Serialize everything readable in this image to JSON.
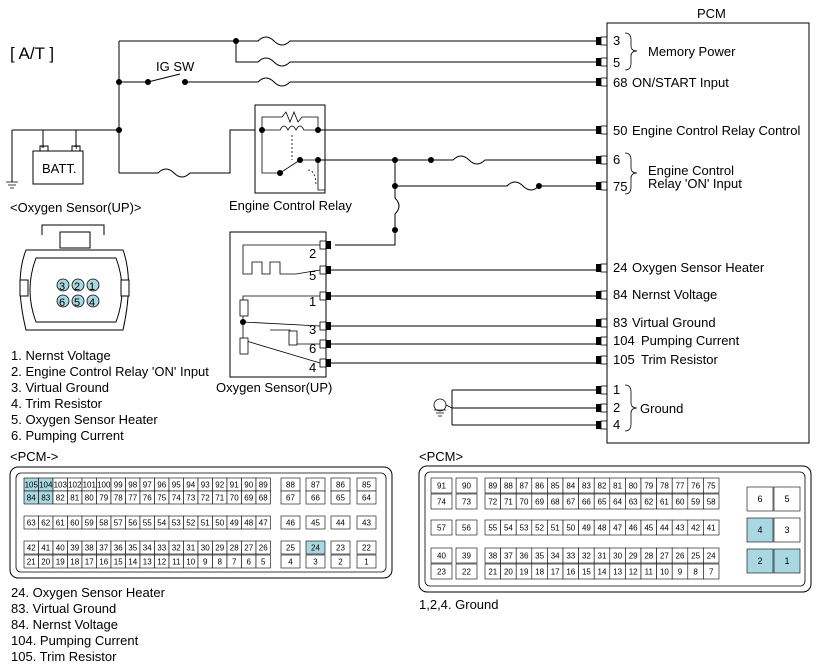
{
  "title": "[ A/T ]",
  "pcm": {
    "label": "PCM",
    "pins": [
      {
        "n": "3",
        "label": ""
      },
      {
        "n": "5",
        "label": ""
      },
      {
        "n": "68",
        "label": "ON/START Input"
      },
      {
        "n": "50",
        "label": "Engine Control Relay Control"
      },
      {
        "n": "6",
        "label": ""
      },
      {
        "n": "75",
        "label": ""
      },
      {
        "n": "24",
        "label": "Oxygen Sensor Heater"
      },
      {
        "n": "84",
        "label": "Nernst Voltage"
      },
      {
        "n": "83",
        "label": "Virtual Ground"
      },
      {
        "n": "104",
        "label": "Pumping Current"
      },
      {
        "n": "105",
        "label": "Trim Resistor"
      },
      {
        "n": "1",
        "label": ""
      },
      {
        "n": "2",
        "label": ""
      },
      {
        "n": "4",
        "label": ""
      }
    ],
    "group_memory_power": "Memory Power",
    "group_ecr_on_1": "Engine Control",
    "group_ecr_on_2": "Relay 'ON' Input",
    "group_ground": "Ground"
  },
  "ig_sw": "IG SW",
  "battery": "BATT.",
  "engine_control_relay": "Engine Control Relay",
  "oxygen_sensor": {
    "title": "<Oxygen Sensor(UP)>",
    "caption": "Oxygen Sensor(UP)",
    "box_pins": [
      "2",
      "5",
      "1",
      "3",
      "6",
      "4"
    ],
    "connector_pins": [
      "3",
      "2",
      "1",
      "6",
      "5",
      "4"
    ],
    "legend": [
      "1. Nernst Voltage",
      "2. Engine Control Relay 'ON' Input",
      "3. Virtual Ground",
      "4. Trim Resistor",
      "5. Oxygen Sensor Heater",
      "6. Pumping Current"
    ]
  },
  "pcm_conn_left": {
    "title": "<PCM->",
    "rows": [
      {
        "main": [
          "105",
          "104",
          "103",
          "102",
          "101",
          "100",
          "99",
          "98",
          "97",
          "96",
          "95",
          "94",
          "93",
          "92",
          "91",
          "90",
          "89"
        ],
        "side": [
          "88",
          "87",
          "86",
          "85"
        ]
      },
      {
        "main": [
          "84",
          "83",
          "82",
          "81",
          "80",
          "79",
          "78",
          "77",
          "76",
          "75",
          "74",
          "73",
          "72",
          "71",
          "70",
          "69",
          "68"
        ],
        "side": [
          "67",
          "66",
          "65",
          "64"
        ]
      },
      {
        "main": [
          "63",
          "62",
          "61",
          "60",
          "59",
          "58",
          "57",
          "56",
          "55",
          "54",
          "53",
          "52",
          "51",
          "50",
          "49",
          "48",
          "47"
        ],
        "side": [
          "46",
          "45",
          "44",
          "43"
        ]
      },
      {
        "main": [
          "42",
          "41",
          "40",
          "39",
          "38",
          "37",
          "36",
          "35",
          "34",
          "33",
          "32",
          "31",
          "30",
          "29",
          "28",
          "27",
          "26"
        ],
        "side": [
          "25",
          "24",
          "23",
          "22"
        ]
      },
      {
        "main": [
          "21",
          "20",
          "19",
          "18",
          "17",
          "16",
          "15",
          "14",
          "13",
          "12",
          "11",
          "10",
          "9",
          "8",
          "7",
          "6",
          "5"
        ],
        "side": [
          "4",
          "3",
          "2",
          "1"
        ]
      }
    ],
    "highlight": [
      "105",
      "104",
      "84",
      "83",
      "24"
    ],
    "legend": [
      "24. Oxygen Sensor Heater",
      "83. Virtual Ground",
      "84. Nernst Voltage",
      "104. Pumping Current",
      "105. Trim Resistor"
    ]
  },
  "pcm_conn_right": {
    "title": "<PCM>",
    "rows": [
      {
        "left": [
          "91",
          "90"
        ],
        "main": [
          "89",
          "88",
          "87",
          "86",
          "85",
          "84",
          "83",
          "82",
          "81",
          "80",
          "79",
          "78",
          "77",
          "76",
          "75"
        ]
      },
      {
        "left": [
          "74",
          "73"
        ],
        "main": [
          "72",
          "71",
          "70",
          "69",
          "68",
          "67",
          "66",
          "65",
          "64",
          "63",
          "62",
          "61",
          "60",
          "59",
          "58"
        ]
      },
      {
        "left": [
          "57",
          "56"
        ],
        "main": [
          "55",
          "54",
          "53",
          "52",
          "51",
          "50",
          "49",
          "48",
          "47",
          "46",
          "45",
          "44",
          "43",
          "42",
          "41"
        ]
      },
      {
        "left": [
          "40",
          "39"
        ],
        "main": [
          "38",
          "37",
          "36",
          "35",
          "34",
          "33",
          "32",
          "31",
          "30",
          "29",
          "28",
          "27",
          "26",
          "25",
          "24"
        ]
      },
      {
        "left": [
          "23",
          "22"
        ],
        "main": [
          "21",
          "20",
          "19",
          "18",
          "17",
          "16",
          "15",
          "14",
          "13",
          "12",
          "11",
          "10",
          "9",
          "8",
          "7"
        ]
      }
    ],
    "side_pairs": [
      [
        "6",
        "5"
      ],
      [
        "4",
        "3"
      ],
      [
        "2",
        "1"
      ]
    ],
    "highlight": [
      "1",
      "2",
      "4"
    ],
    "legend": [
      "1,2,4. Ground"
    ]
  },
  "colors": {
    "highlight": "#a9d8e2",
    "line": "#000000"
  }
}
